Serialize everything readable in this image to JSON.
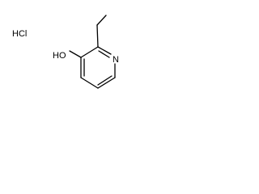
{
  "structure": {
    "counterion_label": "HCl",
    "hydroxyl_label": "HO",
    "nitrogen_label": "N",
    "colors": {
      "background": "#ffffff",
      "bond": "#000000",
      "label": "#000000"
    }
  }
}
